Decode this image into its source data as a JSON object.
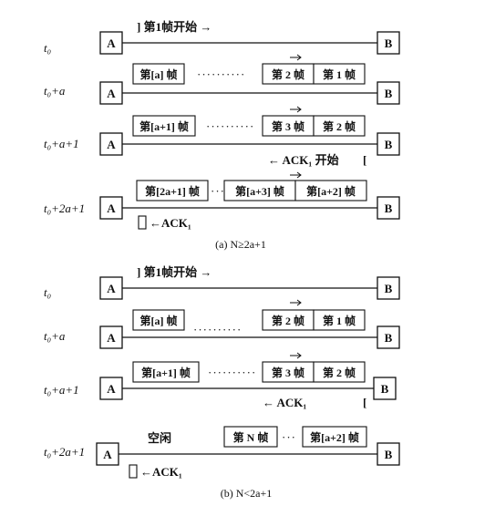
{
  "nodes": {
    "left": "A",
    "right": "B"
  },
  "dots": "··········",
  "panel_a": {
    "caption": "(a)  N≥2a+1",
    "rows": [
      {
        "time": "t₀",
        "above_left_text": "] 第1帧开始  →"
      },
      {
        "time": "t₀+a",
        "frames_left": [
          "第[a] 帧"
        ],
        "frames_right": [
          "第 2 帧",
          "第 1 帧"
        ]
      },
      {
        "time": "t₀+a+1",
        "frames_left": [
          "第[a+1] 帧"
        ],
        "frames_right": [
          "第 3 帧",
          "第 2 帧"
        ],
        "below_right_text": "←  ACK₁  开始",
        "bracket": "["
      },
      {
        "time": "t₀+2a+1",
        "frames_left": [
          "第[2a+1] 帧"
        ],
        "frames_mid": [
          "第[a+3] 帧"
        ],
        "frames_right": [
          "第[a+2] 帧"
        ],
        "between": "···",
        "below_left_text": "←ACK₁"
      }
    ]
  },
  "panel_b": {
    "caption": "(b)  N<2a+1",
    "rows": [
      {
        "time": "t₀",
        "above_left_text": "] 第1帧开始  →"
      },
      {
        "time": "t₀+a",
        "frames_left": [
          "第[a] 帧"
        ],
        "frames_right": [
          "第 2 帧",
          "第 1 帧"
        ]
      },
      {
        "time": "t₀+a+1",
        "frames_left": [
          "第[a+1] 帧"
        ],
        "frames_right": [
          "第 3 帧",
          "第 2 帧"
        ],
        "below_right_text": "←  ACK₁",
        "bracket": "["
      },
      {
        "time": "t₀+2a+1",
        "idle": "空闲",
        "frames_mid": [
          "第 N 帧"
        ],
        "frames_right": [
          "第[a+2] 帧"
        ],
        "between": "···",
        "below_left_text": "←ACK₁"
      }
    ]
  }
}
